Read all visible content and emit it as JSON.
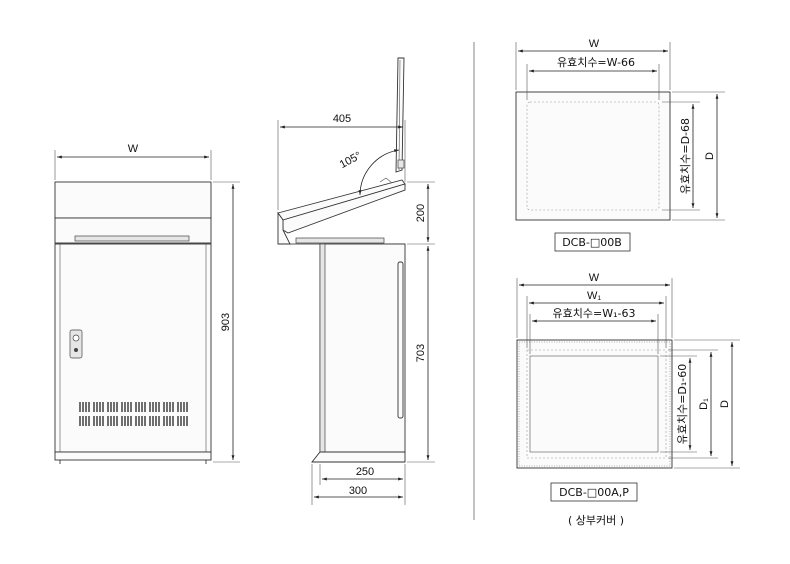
{
  "front_view": {
    "width_label": "W",
    "height_label": "903"
  },
  "side_view": {
    "top_depth_label": "405",
    "angle_label": "105°",
    "panel_height_label": "200",
    "lower_height_label": "703",
    "base_depth_1_label": "250",
    "base_depth_2_label": "300"
  },
  "top_cover_b": {
    "width_label": "W",
    "effective_width_label": "유효치수=W-66",
    "effective_depth_label": "유효치수=D-68",
    "depth_label": "D",
    "model_label": "DCB-□00B"
  },
  "top_cover_ap": {
    "width_label": "W",
    "inner_width_label": "W₁",
    "effective_width_label": "유효치수=W₁-63",
    "effective_depth_label": "유효치수=D₁-60",
    "inner_depth_label": "D₁",
    "depth_label": "D",
    "model_label": "DCB-□00A,P"
  },
  "caption": "( 상부커버 )"
}
